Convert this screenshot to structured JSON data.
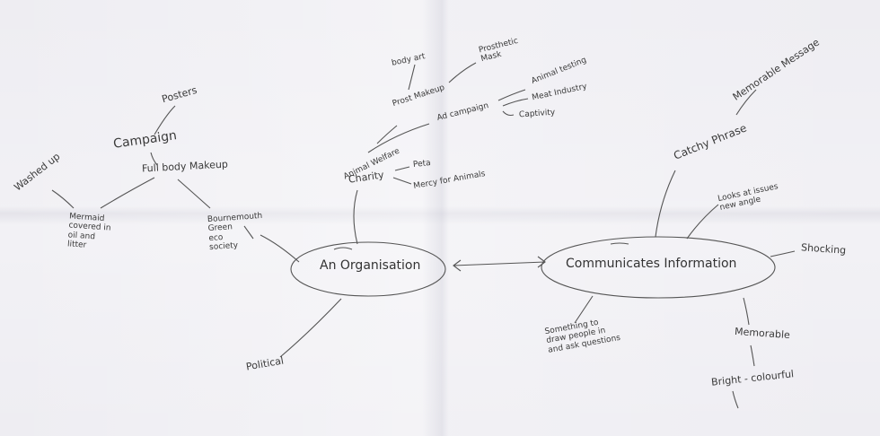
{
  "nodes": {
    "organisation": "An Organisation",
    "communicates": "Communicates Information"
  },
  "left_branch": {
    "posters": "Posters",
    "campaign": "Campaign",
    "full_body_makeup": "Full body Makeup",
    "washed_up": "Washed up",
    "mermaid": "Mermaid\ncovered in\noil and\nlitter",
    "bournemouth": "Bournemouth\nGreen\neco\nsociety",
    "political": "Political"
  },
  "top_branch": {
    "body_art": "body art",
    "prosthetic_mask": "Prosthetic\nMask",
    "prost_makeup": "Prost Makeup",
    "ad_campaign": "Ad campaign",
    "animal_testing": "Animal testing",
    "meat_industry": "Meat Industry",
    "captivity": "Captivity",
    "animal_welfare": "Animal Welfare",
    "charity": "Charity",
    "peta": "Peta",
    "mercy_for_animals": "Mercy for Animals"
  },
  "right_branch": {
    "catchy_phrase": "Catchy Phrase",
    "memorable_message": "Memorable Message",
    "looks_at_issues": "Looks at issues\nnew angle",
    "shocking": "Shocking",
    "something_to_draw": "Something to\ndraw people in\nand ask questions",
    "memorable": "Memorable",
    "bright_colourful": "Bright - colourful"
  },
  "colors": {
    "paper": "#eeedf2",
    "ink": "#555555"
  }
}
